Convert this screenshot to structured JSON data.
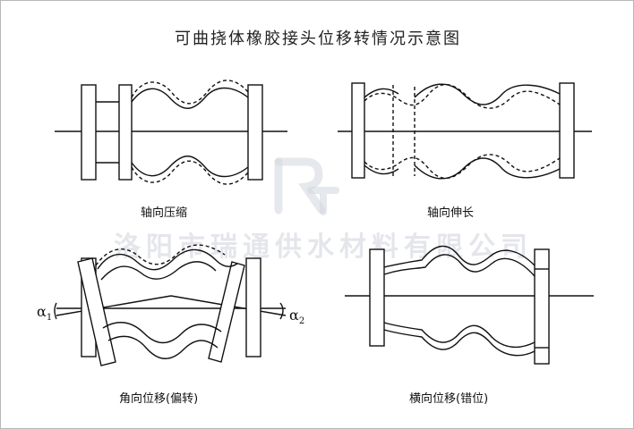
{
  "title": "可曲挠体橡胶接头位移转情况示意图",
  "captions": {
    "axial_compression": "轴向压缩",
    "axial_extension": "轴向伸长",
    "angular_displacement": "角向位移(偏转)",
    "lateral_displacement": "横向位移(错位)"
  },
  "angle_labels": {
    "alpha1_symbol": "α",
    "alpha1_sub": "1",
    "alpha2_symbol": "α",
    "alpha2_sub": "2"
  },
  "watermark": "洛阳市瑞通供水材料有限公司",
  "colors": {
    "line": "#111111",
    "watermark": "#cfd3dc"
  }
}
